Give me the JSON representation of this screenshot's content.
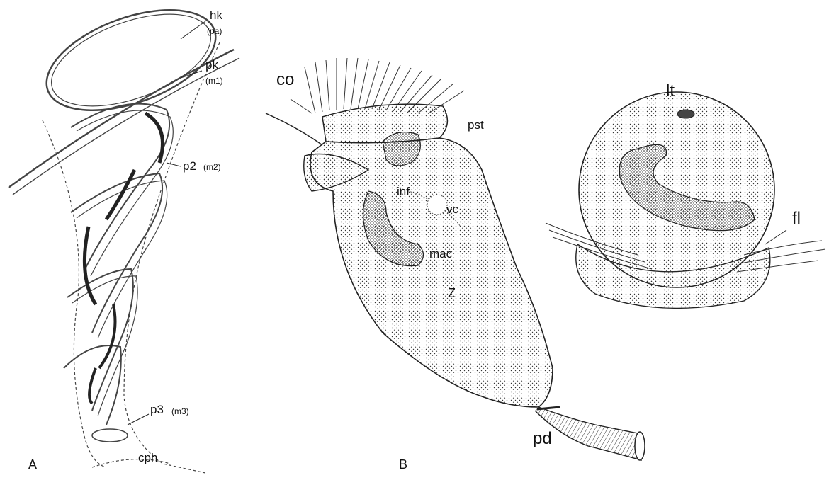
{
  "panels": [
    {
      "id": "A",
      "labels": {
        "hk": "hk",
        "pa": "(pa)",
        "pk": "pk",
        "m1": "(m1)",
        "p2": "p2",
        "m2": "(m2)",
        "p3": "p3",
        "m3": "(m3)",
        "cph": "cph",
        "panel": "A"
      }
    },
    {
      "id": "B",
      "labels": {
        "co": "co",
        "pst": "pst",
        "inf": "inf",
        "vc": "vc",
        "mac": "mac",
        "z": "Z",
        "pd": "pd",
        "panel": "B",
        "lt": "lt",
        "fl": "fl"
      }
    }
  ],
  "colors": {
    "ink": "#111111",
    "paper": "#ffffff",
    "stipple": "#333333"
  }
}
